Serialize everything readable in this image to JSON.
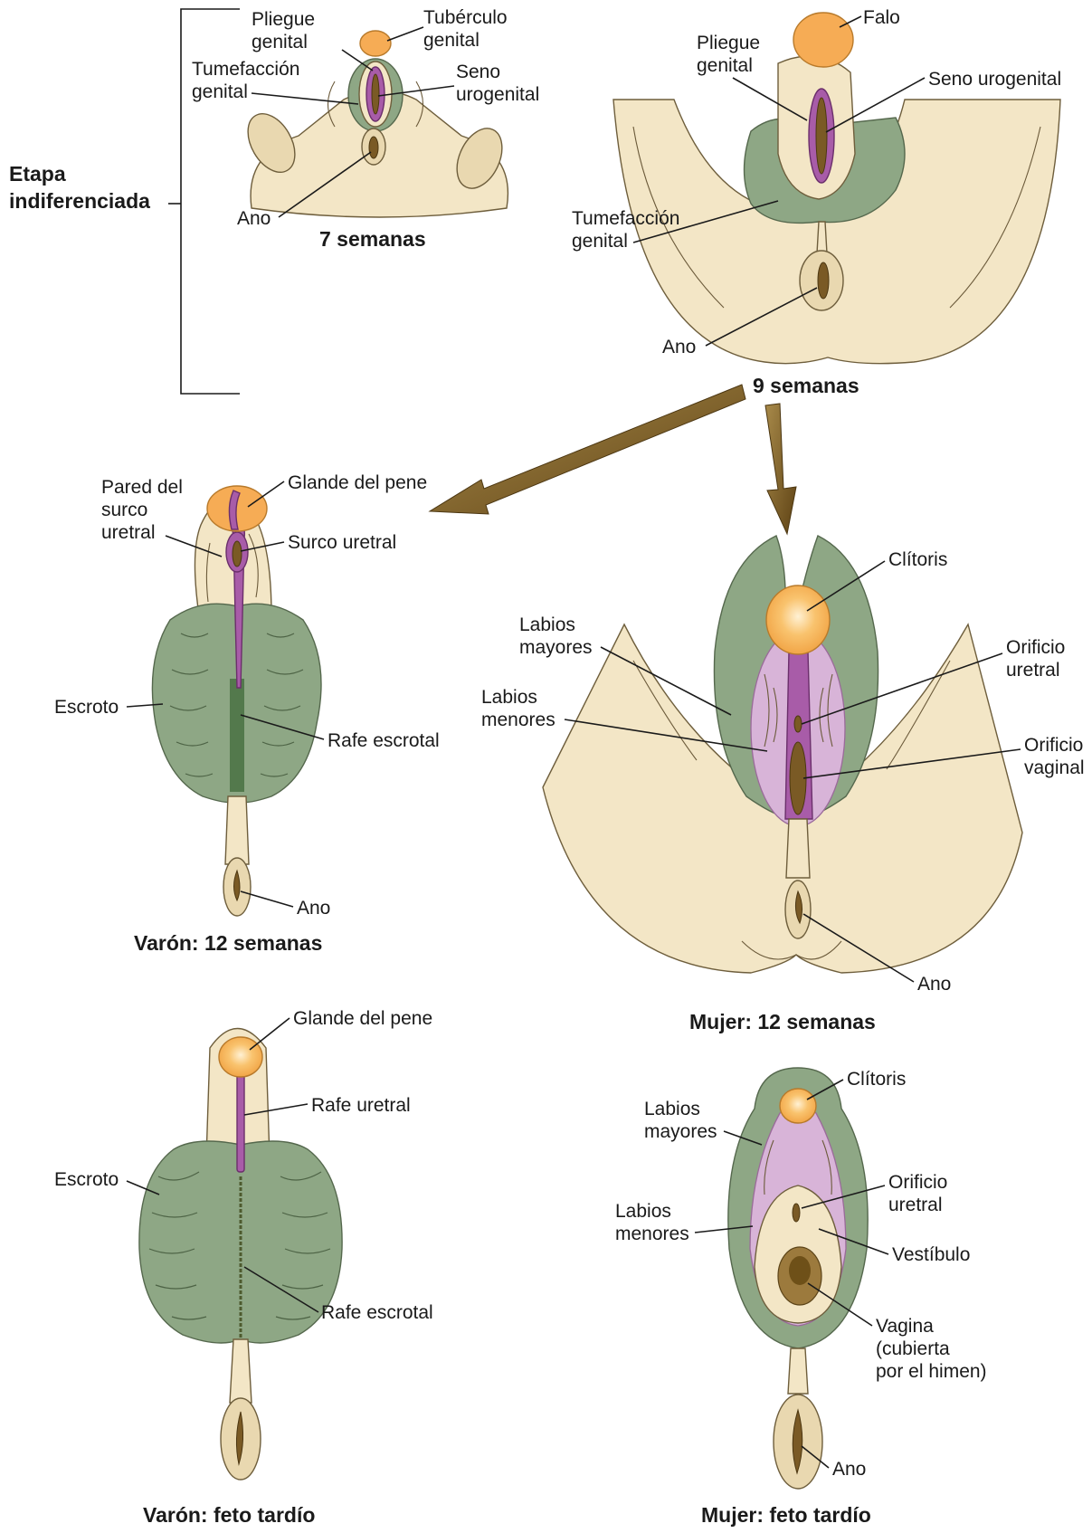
{
  "bracket_label": [
    "Etapa",
    "indiferenciada"
  ],
  "panels": {
    "w7": {
      "title": "7 semanas",
      "labels": {
        "pliegue": [
          "Pliegue",
          "genital"
        ],
        "tuberculo": [
          "Tubérculo",
          "genital"
        ],
        "tumefaccion": [
          "Tumefacción",
          "genital"
        ],
        "seno": [
          "Seno",
          "urogenital"
        ],
        "ano": "Ano"
      }
    },
    "w9": {
      "title": "9 semanas",
      "labels": {
        "falo": "Falo",
        "pliegue": [
          "Pliegue",
          "genital"
        ],
        "seno": "Seno urogenital",
        "tumefaccion": [
          "Tumefacción",
          "genital"
        ],
        "ano": "Ano"
      }
    },
    "m12": {
      "title": "Varón: 12 semanas",
      "labels": {
        "pared": [
          "Pared del",
          "surco",
          "uretral"
        ],
        "glande": "Glande del pene",
        "surco": "Surco uretral",
        "escroto": "Escroto",
        "rafe": "Rafe escrotal",
        "ano": "Ano"
      }
    },
    "f12": {
      "title": "Mujer: 12 semanas",
      "labels": {
        "clitoris": "Clítoris",
        "labios_may": [
          "Labios",
          "mayores"
        ],
        "orif_uretral": [
          "Orificio",
          "uretral"
        ],
        "labios_men": [
          "Labios",
          "menores"
        ],
        "orif_vaginal": [
          "Orificio",
          "vaginal"
        ],
        "ano": "Ano"
      }
    },
    "mlate": {
      "title": "Varón: feto tardío",
      "labels": {
        "glande": "Glande del pene",
        "rafe_uretral": "Rafe uretral",
        "escroto": "Escroto",
        "rafe_escrotal": "Rafe escrotal"
      }
    },
    "flate": {
      "title": "Mujer: feto tardío",
      "labels": {
        "clitoris": "Clítoris",
        "labios_may": [
          "Labios",
          "mayores"
        ],
        "orif_uretral": [
          "Orificio",
          "uretral"
        ],
        "labios_men": [
          "Labios",
          "menores"
        ],
        "vestibulo": "Vestíbulo",
        "vagina": [
          "Vagina",
          "(cubierta",
          "por el himen)"
        ],
        "ano": "Ano"
      }
    }
  },
  "colors": {
    "skin": "#f3e6c6",
    "green": "#8ea785",
    "orange": "#f6ac55",
    "purple": "#a85ca8",
    "lilac": "#d8b4d8",
    "arrow": "#7a5a20"
  }
}
